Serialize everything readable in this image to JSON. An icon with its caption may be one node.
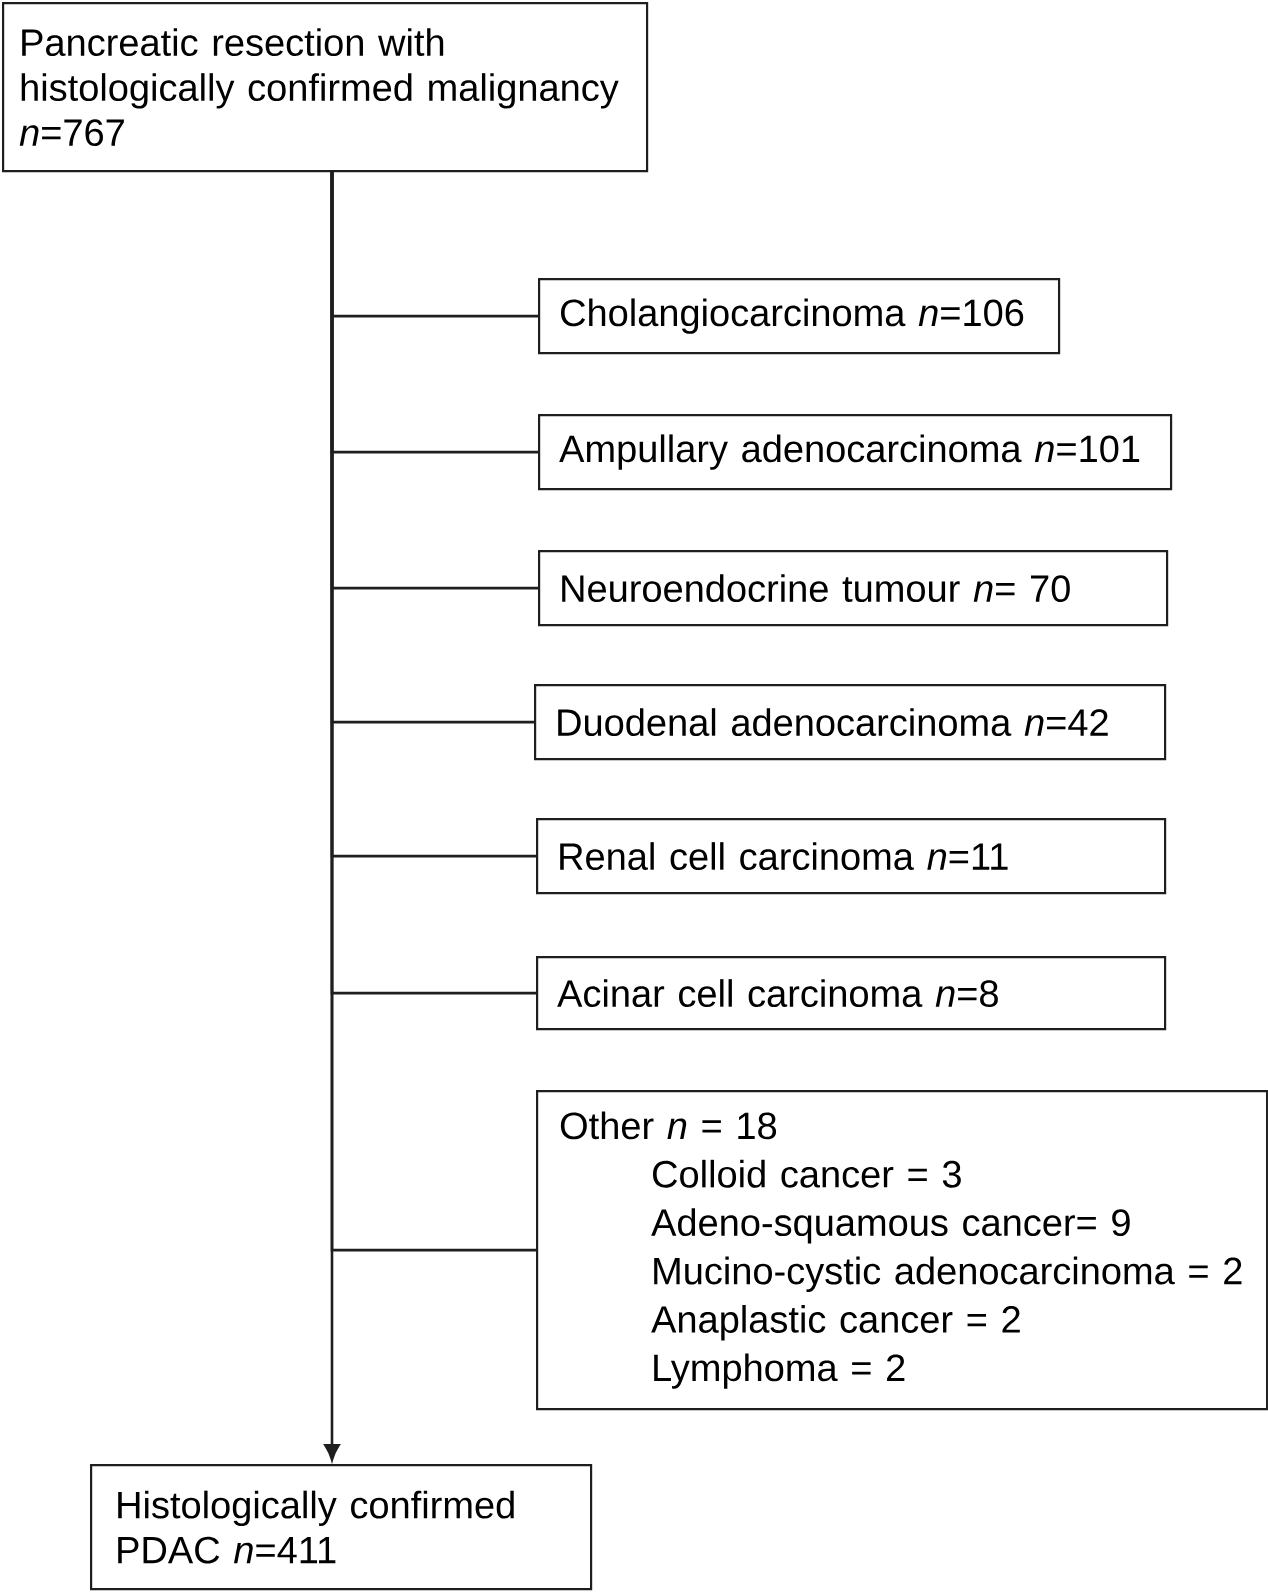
{
  "diagram": {
    "nodes": [
      {
        "text": [
          "Pancreatic resection with histologically confirmed malignancy *n*=767"
        ]
      },
      {
        "text": [
          "Cholangiocarcinoma *n*=106"
        ]
      },
      {
        "text": [
          "Ampullary adenocarcinoma *n*=101"
        ]
      },
      {
        "text": [
          "Neuroendocrine tumour *n*= 70"
        ]
      },
      {
        "text": [
          "Duodenal adenocarcinoma *n*=42"
        ]
      },
      {
        "text": [
          "Renal cell carcinoma *n*=11"
        ]
      },
      {
        "text": [
          "Acinar cell carcinoma *n*=8"
        ]
      },
      {
        "text": [
          "Other *n* = 18",
          "Colloid cancer = 3",
          "Adeno-squamous cancer= 9",
          "Mucino-cystic adenocarcinoma = 2",
          "Anaplastic cancer = 2",
          "Lymphoma = 2"
        ]
      },
      {
        "text": [
          "Histologically confirmed PDAC *n*=411"
        ]
      }
    ],
    "edges": [
      {
        "from": 0,
        "to": 8,
        "arrow": "to"
      },
      {
        "from": 0,
        "to": 1,
        "arrow": "none"
      },
      {
        "from": 0,
        "to": 2,
        "arrow": "none"
      },
      {
        "from": 0,
        "to": 3,
        "arrow": "none"
      },
      {
        "from": 0,
        "to": 4,
        "arrow": "none"
      },
      {
        "from": 0,
        "to": 5,
        "arrow": "none"
      },
      {
        "from": 0,
        "to": 6,
        "arrow": "none"
      },
      {
        "from": 0,
        "to": 7,
        "arrow": "none"
      }
    ]
  }
}
